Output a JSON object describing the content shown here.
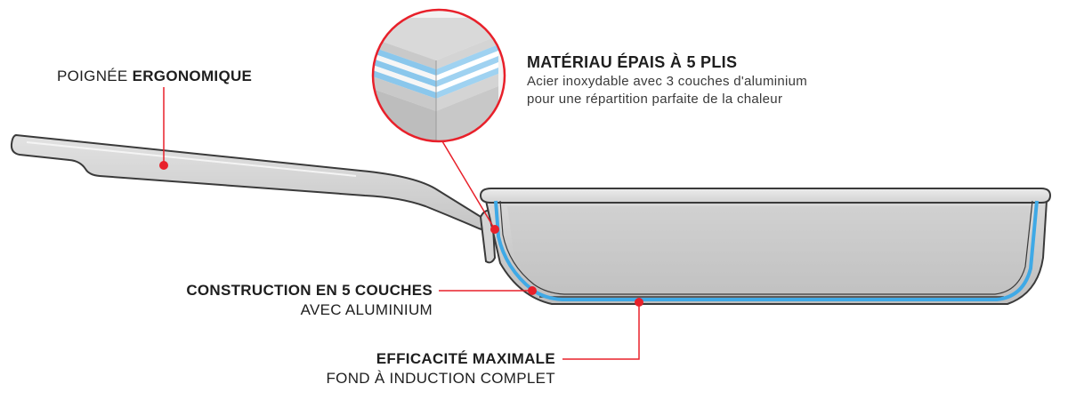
{
  "colors": {
    "accent": "#e8202a",
    "aluminium_layer": "#3fa9e6",
    "steel": "#cfcfcf",
    "outline": "#3a3a3a",
    "text": "#1e1e1e"
  },
  "callouts": {
    "handle": {
      "light": "POIGNÉE ",
      "bold": "ERGONOMIQUE"
    },
    "material": {
      "title": "MATÉRIAU ÉPAIS À 5 PLIS",
      "line1": "Acier inoxydable avec 3 couches d'aluminium",
      "line2": "pour une répartition parfaite de la chaleur"
    },
    "construction": {
      "title": "CONSTRUCTION EN 5 COUCHES",
      "subtitle": "AVEC ALUMINIUM"
    },
    "efficiency": {
      "title": "EFFICACITÉ MAXIMALE",
      "subtitle": "FOND À INDUCTION COMPLET"
    }
  }
}
